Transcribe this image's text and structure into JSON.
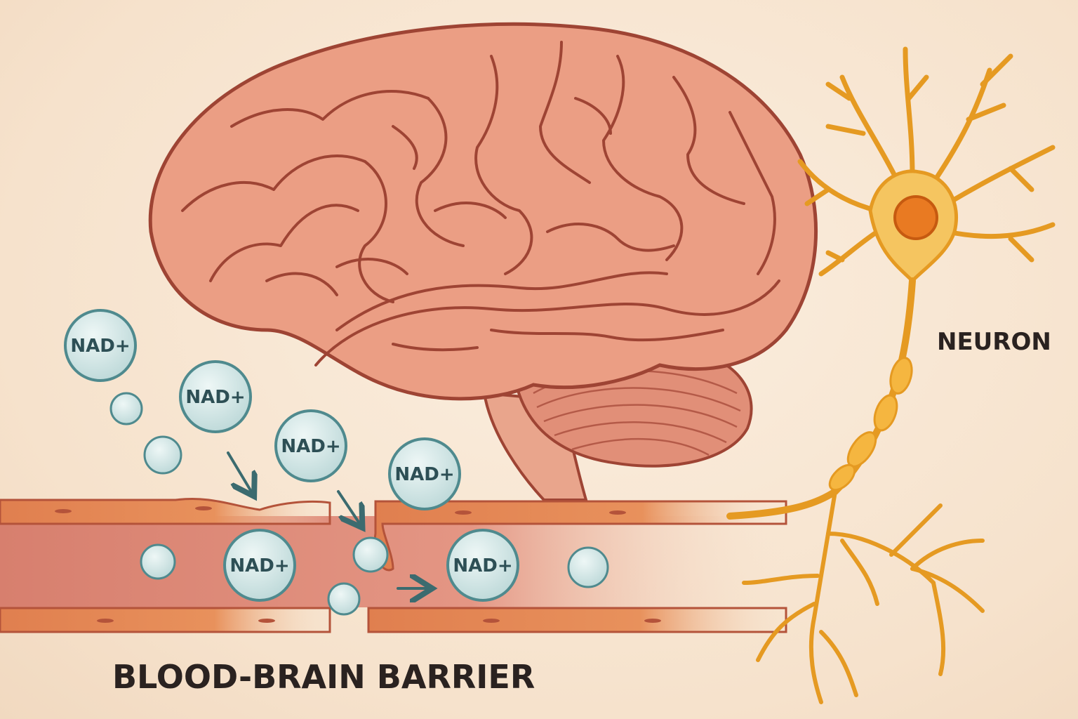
{
  "labels": {
    "barrier": "BLOOD-BRAIN BARRIER",
    "neuron": "NEURON"
  },
  "molecule": {
    "label": "NAD+",
    "colors": {
      "fill": "#cfe4e3",
      "stroke": "#4f8a8e",
      "text": "#2d4f55"
    }
  },
  "colors": {
    "background": "#f8e6d2",
    "brain": "#eb9e84",
    "brain_outline": "#9e4434",
    "vessel_wall": "#e08455",
    "vessel_lumen": "#dc8a78",
    "neuron": "#f2b446",
    "neuron_nucleus": "#e07a20",
    "arrow": "#3b6b6f"
  },
  "icons": {
    "brain": "brain-icon",
    "neuron": "neuron-icon",
    "vessel": "blood-vessel-icon"
  }
}
